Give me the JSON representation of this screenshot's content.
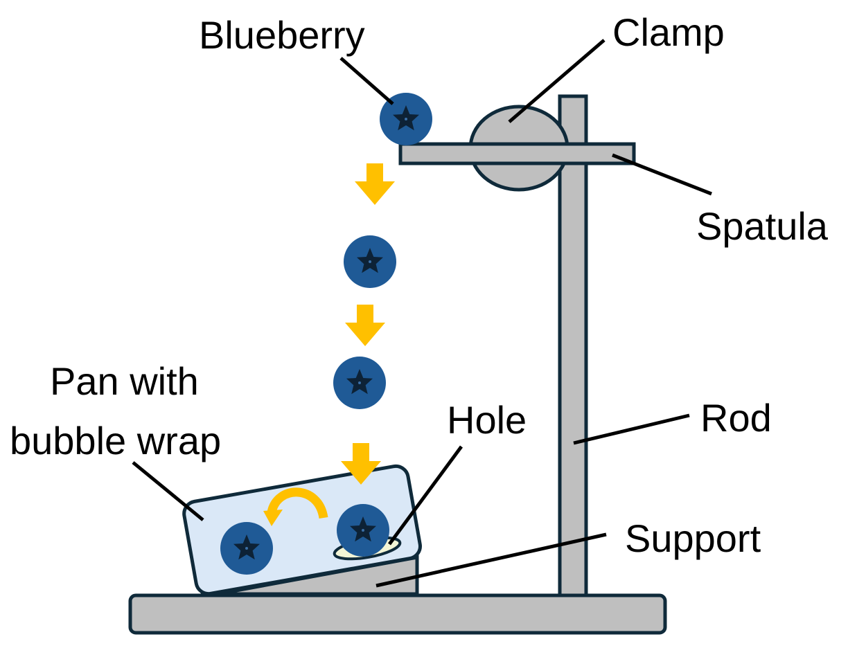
{
  "labels": {
    "blueberry": "Blueberry",
    "clamp": "Clamp",
    "spatula": "Spatula",
    "rod": "Rod",
    "hole": "Hole",
    "support": "Support",
    "pan_line1": "Pan with",
    "pan_line2": "bubble wrap"
  },
  "colors": {
    "metal": "#bfbfbf",
    "outline": "#0f2a3a",
    "blueberry": "#1f5a96",
    "blueberry_star": "#0d2236",
    "arrow": "#ffc000",
    "pan_fill": "#dae8f7",
    "hole_fill": "#f3f5d6"
  },
  "icons": {
    "fall_arrow": "down-arrow",
    "roll_arrow": "curved-arrow"
  }
}
